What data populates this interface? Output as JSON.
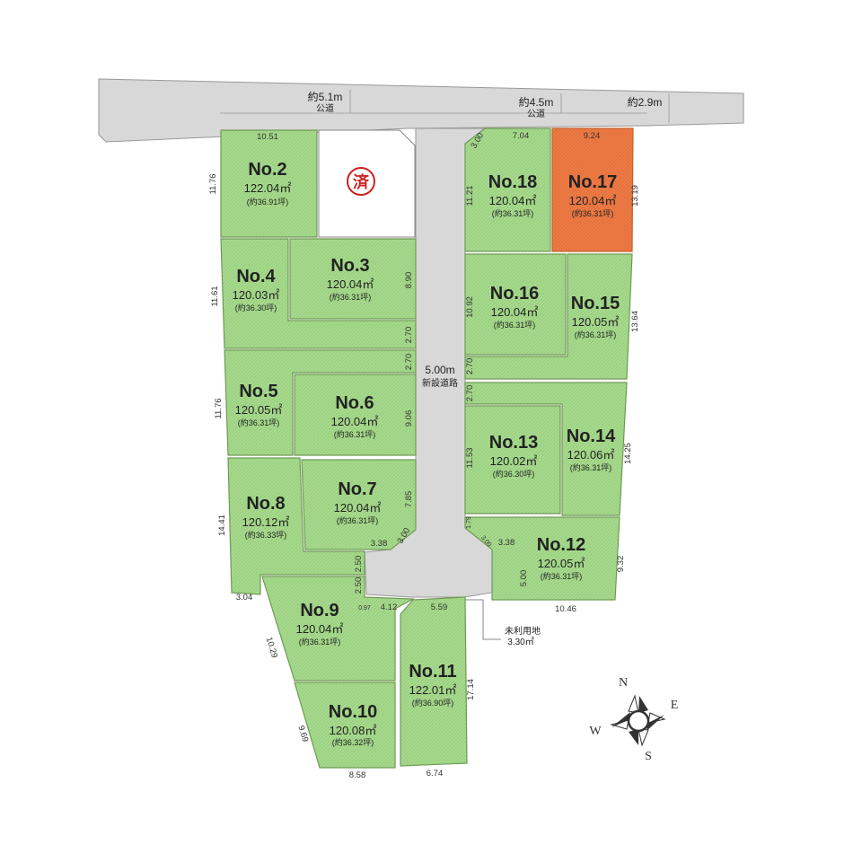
{
  "colors": {
    "lot_available": "#a6d98c",
    "lot_highlight": "#ec7a45",
    "road": "#d8d8d8",
    "sold_stamp": "#cc2222"
  },
  "roads": {
    "top_left_width": "約5.1m",
    "top_mid_width": "約4.5m",
    "top_right_width": "約2.9m",
    "public_road_1": "公道",
    "public_road_2": "公道",
    "new_road_width": "5.00m",
    "new_road_label": "新設道路"
  },
  "sold": {
    "stamp_char": "済"
  },
  "unused_land": {
    "label": "未利用地",
    "area": "3.30㎡"
  },
  "lots": {
    "lot2": {
      "no": "No.2",
      "area": "122.04㎡",
      "tsubo": "(約36.91坪)"
    },
    "lot3": {
      "no": "No.3",
      "area": "120.04㎡",
      "tsubo": "(約36.31坪)"
    },
    "lot4": {
      "no": "No.4",
      "area": "120.03㎡",
      "tsubo": "(約36.30坪)"
    },
    "lot5": {
      "no": "No.5",
      "area": "120.05㎡",
      "tsubo": "(約36.31坪)"
    },
    "lot6": {
      "no": "No.6",
      "area": "120.04㎡",
      "tsubo": "(約36.31坪)"
    },
    "lot7": {
      "no": "No.7",
      "area": "120.04㎡",
      "tsubo": "(約36.31坪)"
    },
    "lot8": {
      "no": "No.8",
      "area": "120.12㎡",
      "tsubo": "(約36.33坪)"
    },
    "lot9": {
      "no": "No.9",
      "area": "120.04㎡",
      "tsubo": "(約36.31坪)"
    },
    "lot10": {
      "no": "No.10",
      "area": "120.08㎡",
      "tsubo": "(約36.32坪)"
    },
    "lot11": {
      "no": "No.11",
      "area": "122.01㎡",
      "tsubo": "(約36.90坪)"
    },
    "lot12": {
      "no": "No.12",
      "area": "120.05㎡",
      "tsubo": "(約36.31坪)"
    },
    "lot13": {
      "no": "No.13",
      "area": "120.02㎡",
      "tsubo": "(約36.30坪)"
    },
    "lot14": {
      "no": "No.14",
      "area": "120.06㎡",
      "tsubo": "(約36.31坪)"
    },
    "lot15": {
      "no": "No.15",
      "area": "120.05㎡",
      "tsubo": "(約36.31坪)"
    },
    "lot16": {
      "no": "No.16",
      "area": "120.04㎡",
      "tsubo": "(約36.31坪)"
    },
    "lot17": {
      "no": "No.17",
      "area": "120.04㎡",
      "tsubo": "(約36.31坪)"
    },
    "lot18": {
      "no": "No.18",
      "area": "120.04㎡",
      "tsubo": "(約36.31坪)"
    }
  },
  "dimensions": {
    "d_10_51": "10.51",
    "d_11_76a": "11.76",
    "d_11_61": "11.61",
    "d_11_76b": "11.76",
    "d_14_41": "14.41",
    "d_3_04": "3.04",
    "d_10_29": "10.29",
    "d_9_69": "9.69",
    "d_8_58": "8.58",
    "d_6_74": "6.74",
    "d_17_14": "17.14",
    "d_5_59": "5.59",
    "d_4_12": "4.12",
    "d_0_97": "0.97",
    "d_2_50a": "2.50",
    "d_2_50b": "2.50",
    "d_3_38a": "3.38",
    "d_3_00a": "3.00",
    "d_7_85": "7.85",
    "d_9_06": "9.06",
    "d_2_70a": "2.70",
    "d_2_70b": "2.70",
    "d_8_90": "8.90",
    "d_3_00b": "3.00",
    "d_7_04": "7.04",
    "d_9_24": "9.24",
    "d_11_21": "11.21",
    "d_13_19": "13.19",
    "d_10_92": "10.92",
    "d_13_64": "13.64",
    "d_2_70c": "2.70",
    "d_2_70d": "2.70",
    "d_11_53": "11.53",
    "d_14_25": "14.25",
    "d_1_79": "1.79",
    "d_3_00c": "3.00",
    "d_3_38b": "3.38",
    "d_5_00": "5.00",
    "d_9_32": "9.32",
    "d_10_46": "10.46"
  },
  "compass": {
    "n": "N",
    "e": "E",
    "s": "S",
    "w": "W"
  }
}
